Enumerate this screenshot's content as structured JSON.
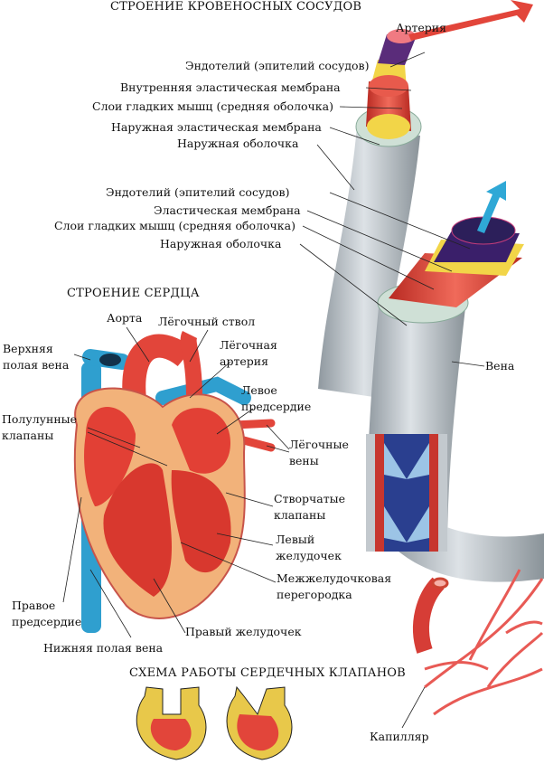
{
  "titles": {
    "vessels": "СТРОЕНИЕ КРОВЕНОСНЫХ СОСУДОВ",
    "heart": "СТРОЕНИЕ СЕРДЦА",
    "valves": "СХЕМА РАБОТЫ СЕРДЕЧНЫХ КЛАПАНОВ"
  },
  "artery": {
    "name": "Артерия",
    "layers": [
      "Эндотелий (эпителий сосудов)",
      "Внутренняя эластическая мембрана",
      "Слои гладких мышц (средняя оболочка)",
      "Наружная эластическая мембрана",
      "Наружная оболочка"
    ]
  },
  "vein": {
    "name": "Вена",
    "layers": [
      "Эндотелий (эпителий сосудов)",
      "Эластическая мембрана",
      "Слои гладких мышц (средняя оболочка)",
      "Наружная оболочка"
    ]
  },
  "heart": {
    "aorta": "Аорта",
    "pulmonary_trunk": "Лёгочный ствол",
    "superior_vena_cava": "Верхняя\nполая вена",
    "pulmonary_artery": "Лёгочная\nартерия",
    "left_atrium": "Левое\nпредсердие",
    "semilunar_valves": "Полулунные\nклапаны",
    "pulmonary_veins": "Лёгочные\nвены",
    "cuspid_valves": "Створчатые\nклапаны",
    "left_ventricle": "Левый\nжелудочек",
    "septum": "Межжелудочковая\nперегородка",
    "right_atrium": "Правое\nпредсердие",
    "right_ventricle": "Правый желудочек",
    "inferior_vena_cava": "Нижняя полая вена"
  },
  "capillary": "Капилляр",
  "colors": {
    "artery_red": "#e2453a",
    "vein_blue": "#2f9fcf",
    "tube_grey": "#b9c0c6",
    "muscle_yellow": "#f1d64a",
    "endothelium_purple": "#5a2c7a"
  }
}
